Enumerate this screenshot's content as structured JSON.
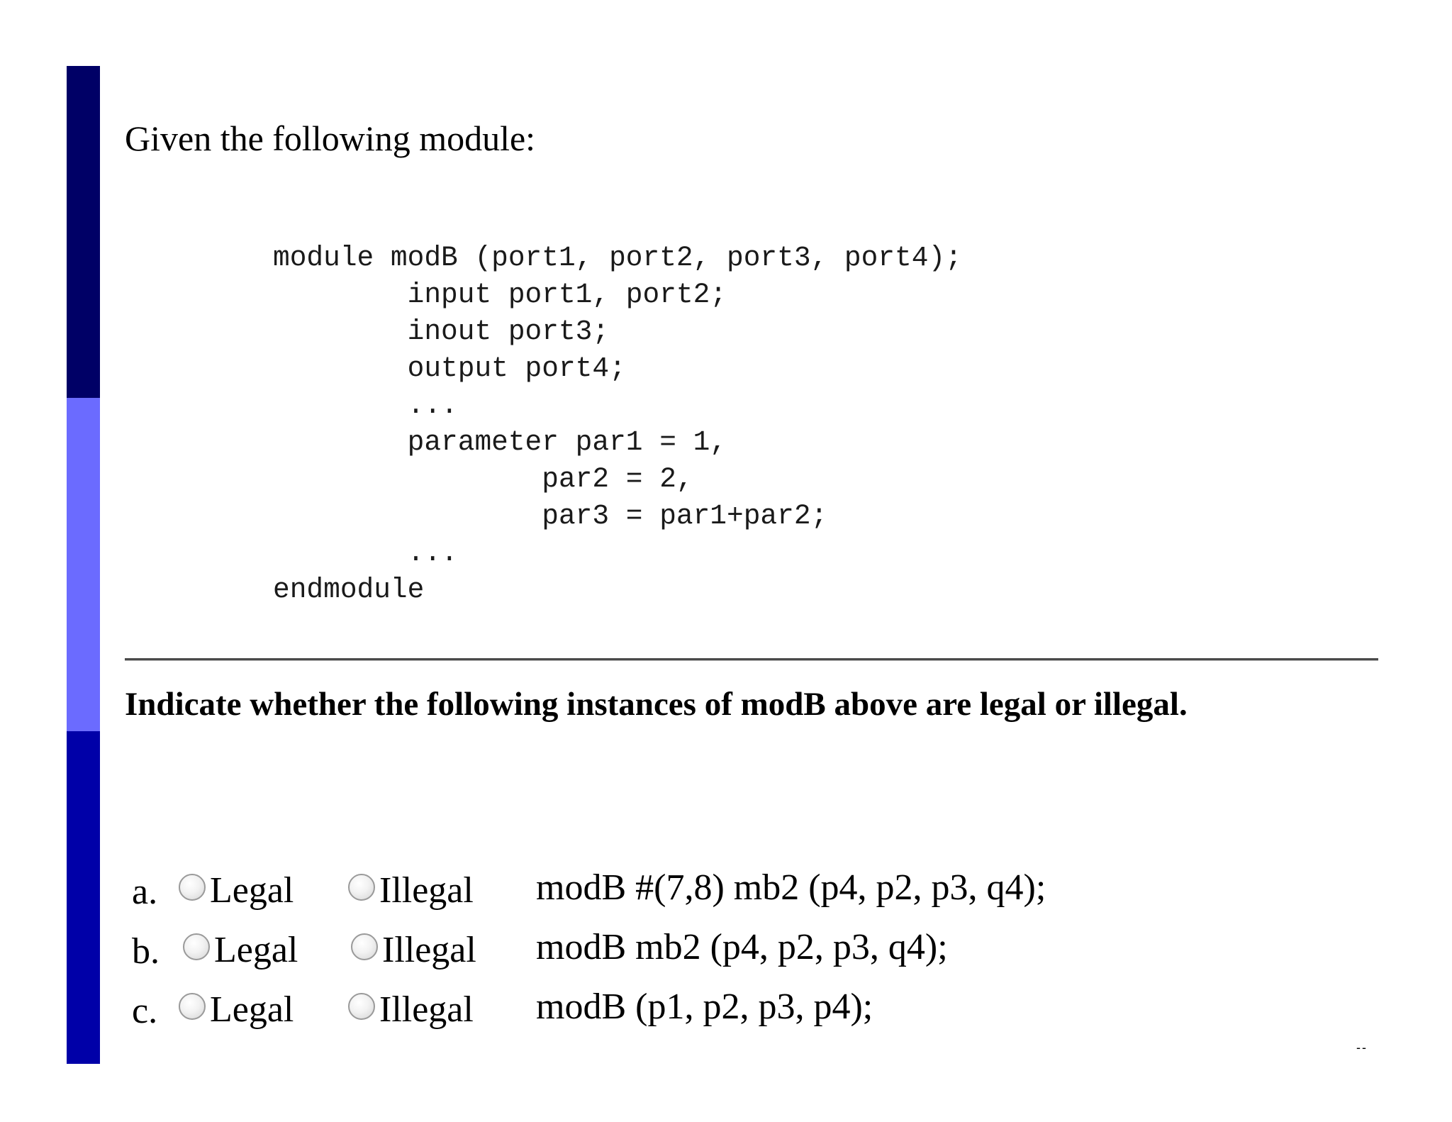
{
  "colors": {
    "bar_top": "#000066",
    "bar_middle": "#6b6bff",
    "bar_bottom": "#0000a8"
  },
  "intro": "Given the following module:",
  "code_lines": [
    "module modB (port1, port2, port3, port4);",
    "        input port1, port2;",
    "        inout port3;",
    "        output port4;",
    "        ...",
    "        parameter par1 = 1,",
    "                par2 = 2,",
    "                par3 = par1+par2;",
    "        ...",
    "endmodule"
  ],
  "instruction": "Indicate whether the following instances of modB above are legal or illegal.",
  "questions": [
    {
      "letter": "a.",
      "option_legal": "Legal",
      "option_illegal": "Illegal",
      "instance": "modB #(7,8) mb2 (p4, p2, p3, q4);"
    },
    {
      "letter": "b.",
      "option_legal": "Legal",
      "option_illegal": "Illegal",
      "instance": "modB mb2 (p4, p2, p3, q4);"
    },
    {
      "letter": "c.",
      "option_legal": "Legal",
      "option_illegal": "Illegal",
      "instance": "modB (p1, p2, p3, p4);"
    }
  ],
  "corner_mark": "--"
}
